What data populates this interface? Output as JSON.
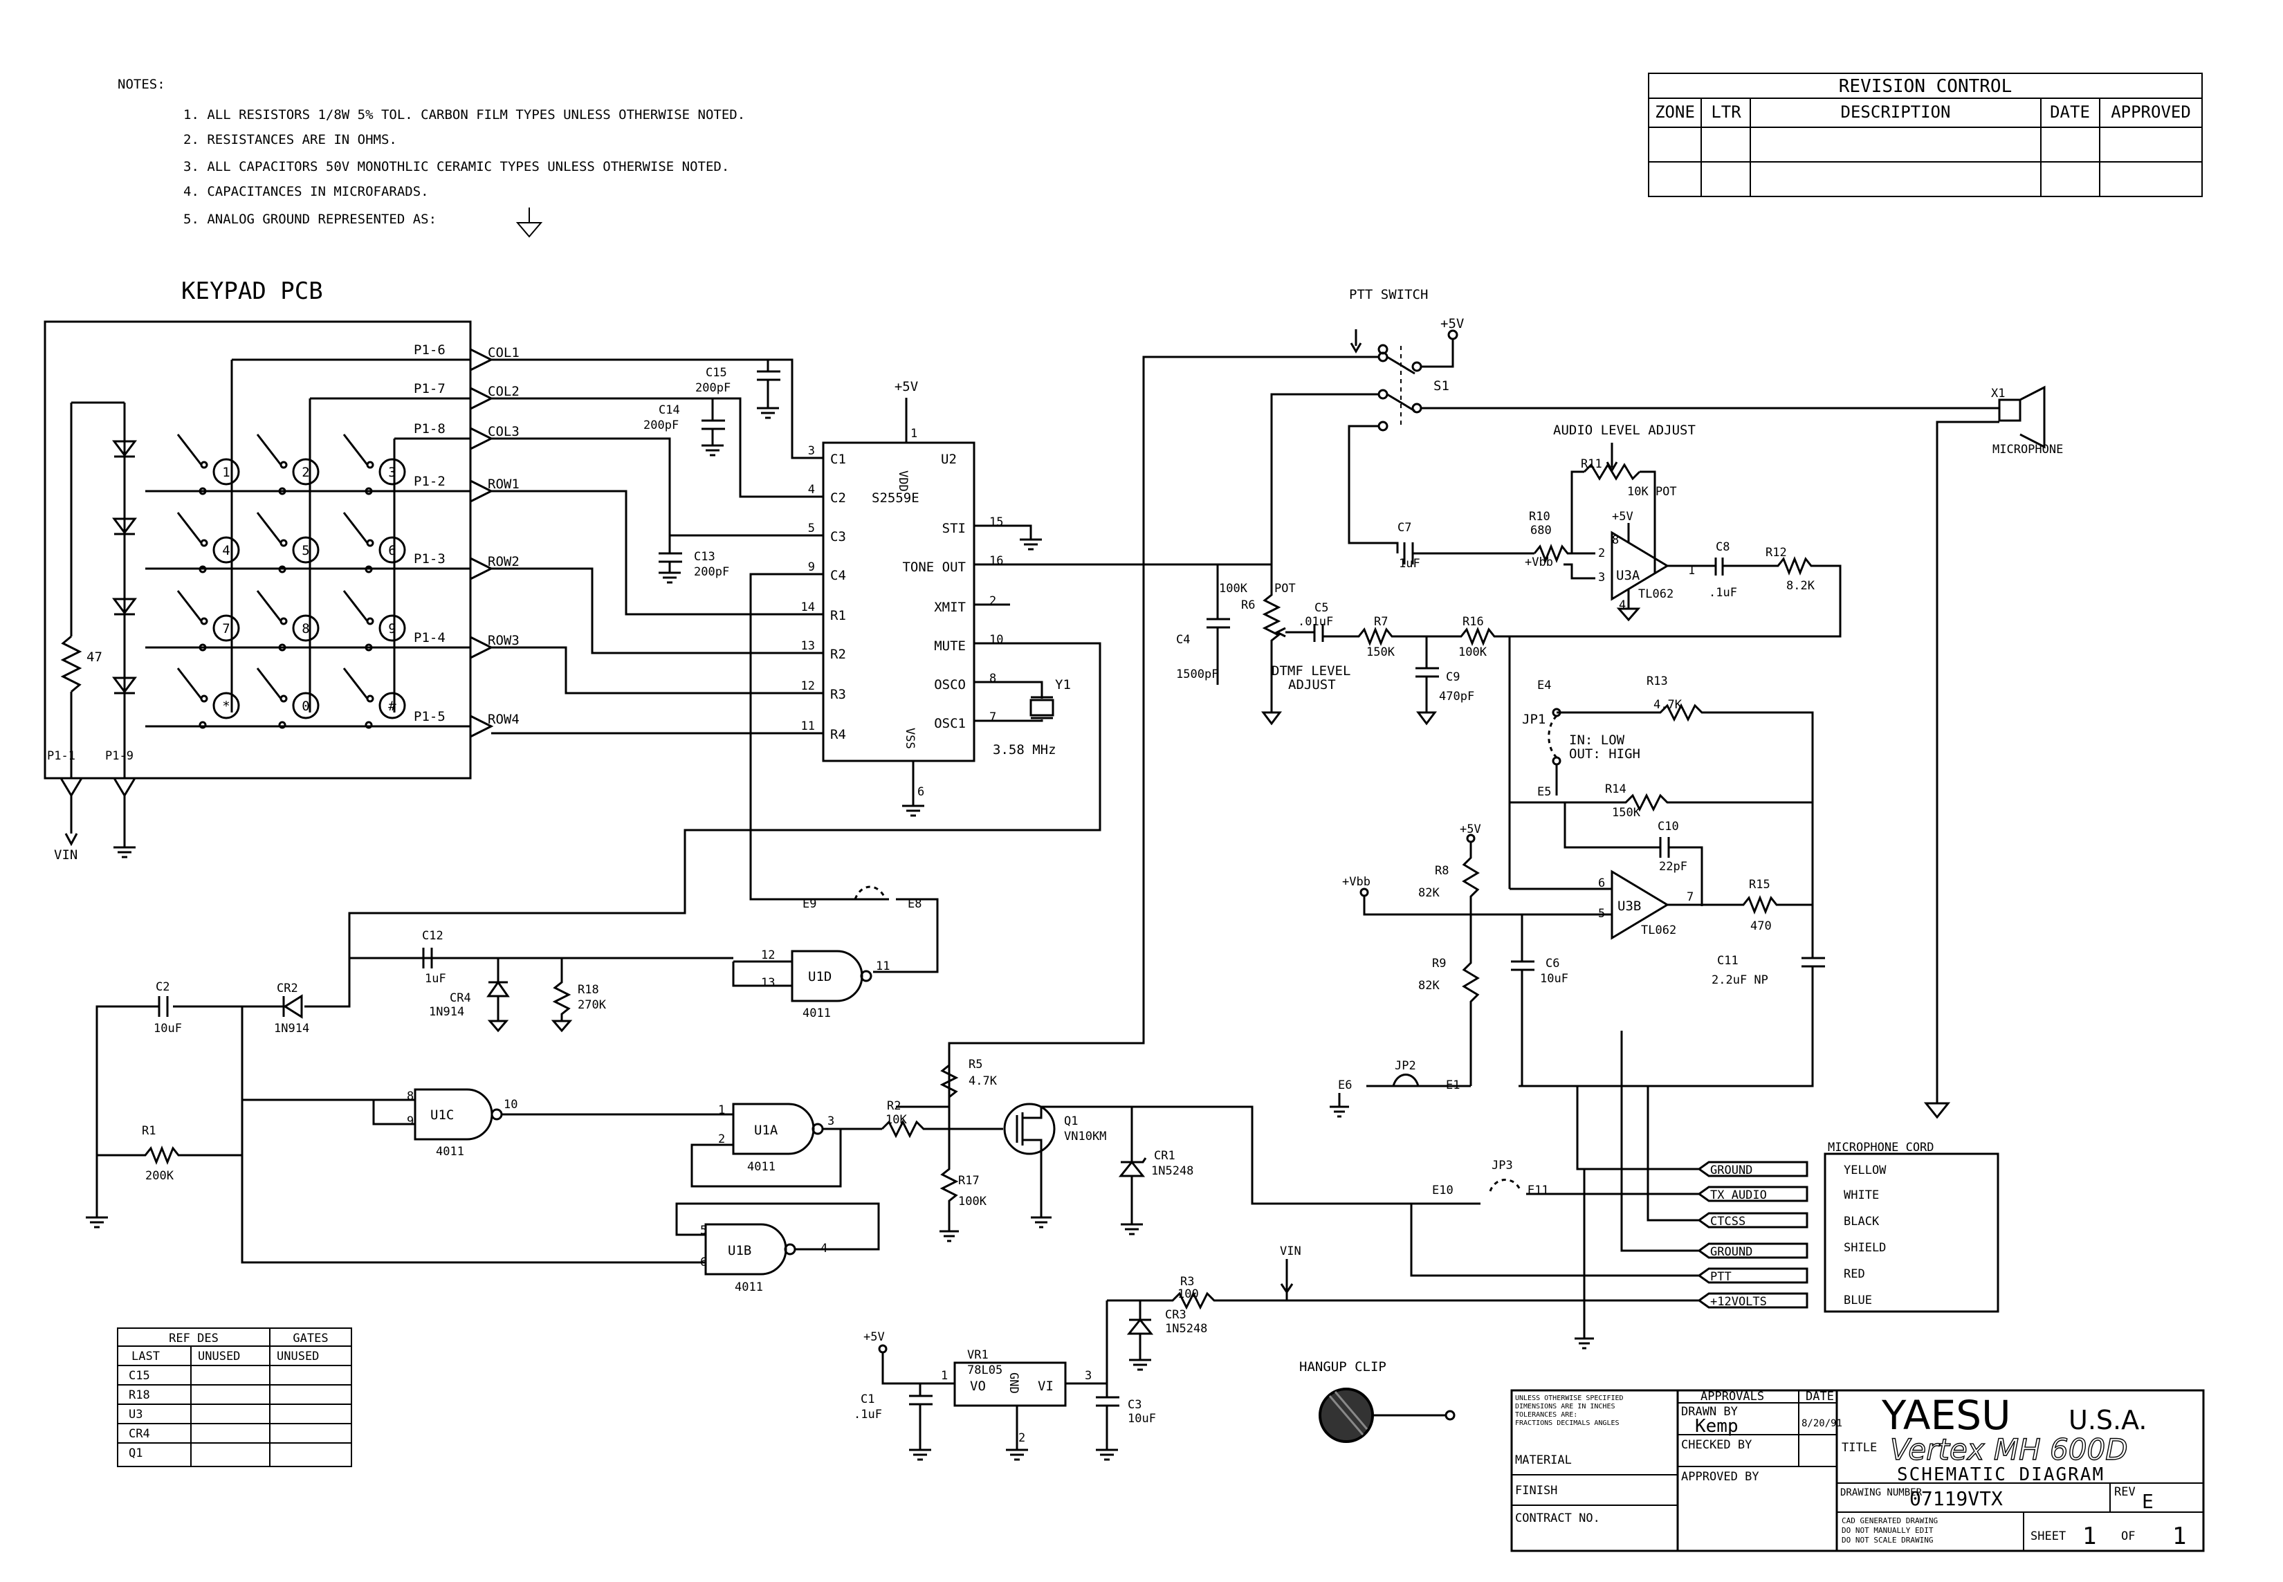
{
  "notes": {
    "heading": "NOTES:",
    "items": [
      "1. ALL RESISTORS 1/8W 5% TOL. CARBON FILM TYPES UNLESS OTHERWISE NOTED.",
      "2. RESISTANCES ARE IN OHMS.",
      "3. ALL CAPACITORS 50V MONOTHLIC CERAMIC TYPES UNLESS OTHERWISE NOTED.",
      "4. CAPACITANCES IN MICROFARADS.",
      "5. ANALOG GROUND REPRESENTED AS:"
    ]
  },
  "revision": {
    "title": "REVISION CONTROL",
    "headers": [
      "ZONE",
      "LTR",
      "DESCRIPTION",
      "DATE",
      "APPROVED"
    ]
  },
  "keypad": {
    "title": "KEYPAD PCB",
    "keys": [
      "1",
      "2",
      "3",
      "4",
      "5",
      "6",
      "7",
      "8",
      "9",
      "*",
      "0",
      "#"
    ],
    "pins": [
      "P1-6",
      "P1-7",
      "P1-8",
      "P1-2",
      "P1-3",
      "P1-4",
      "P1-5"
    ],
    "nets": [
      "COL1",
      "COL2",
      "COL3",
      "ROW1",
      "ROW2",
      "ROW3",
      "ROW4"
    ],
    "resistor": "47",
    "bottom_pins": [
      "P1-1",
      "P1-9"
    ],
    "vin": "VIN"
  },
  "u2": {
    "ref": "U2",
    "part": "S2559E",
    "supply": "+5V",
    "left_pins": [
      {
        "num": "3",
        "name": "C1"
      },
      {
        "num": "4",
        "name": "C2"
      },
      {
        "num": "5",
        "name": "C3"
      },
      {
        "num": "9",
        "name": "C4"
      },
      {
        "num": "14",
        "name": "R1"
      },
      {
        "num": "13",
        "name": "R2"
      },
      {
        "num": "12",
        "name": "R3"
      },
      {
        "num": "11",
        "name": "R4"
      }
    ],
    "right_pins": [
      {
        "num": "15",
        "name": "STI"
      },
      {
        "num": "16",
        "name": "TONE OUT"
      },
      {
        "num": "2",
        "name": "XMIT"
      },
      {
        "num": "10",
        "name": "MUTE"
      },
      {
        "num": "8",
        "name": "OSCO"
      },
      {
        "num": "7",
        "name": "OSC1"
      }
    ],
    "pin1": "1",
    "pin6": "6",
    "vdd": "VDD",
    "vss": "VSS"
  },
  "crystal": {
    "ref": "Y1",
    "value": "3.58 MHz"
  },
  "caps_top": {
    "c15": "C15",
    "c15v": "200pF",
    "c14": "C14",
    "c14v": "200pF",
    "c13": "C13",
    "c13v": "200pF"
  },
  "ptt": {
    "title": "PTT SWITCH",
    "supply": "+5V",
    "ref": "S1"
  },
  "mic": {
    "ref": "X1",
    "label": "MICROPHONE"
  },
  "audio": {
    "title": "AUDIO LEVEL ADJUST",
    "r11": "R11",
    "r11v": "10K POT",
    "r10": "R10",
    "r10v": "680",
    "c7": "C7",
    "c7v": "1uF",
    "vbb": "+Vbb",
    "u3a": "U3A",
    "u3av": "TL062",
    "plus5": "+5V",
    "pin8": "8",
    "pin2": "2",
    "pin3": "3",
    "pin1": "1",
    "pin4": "4",
    "c8": "C8",
    "c8v": ".1uF",
    "r12": "R12",
    "r12v": "8.2K"
  },
  "dtmf": {
    "r6": "R6",
    "r6v": "100K",
    "pot": "POT",
    "c4": "C4",
    "c4v": "1500pF",
    "label1": "DTMF LEVEL",
    "label2": "ADJUST",
    "c5": "C5",
    "c5v": ".01uF",
    "r7": "R7",
    "r7v": "150K",
    "r16a": "R16",
    "r16av": "100K",
    "c9": "C9",
    "c9v": "470pF"
  },
  "u3b_section": {
    "e4": "E4",
    "jp1": "JP1",
    "in_low": "IN: LOW",
    "out_high": "OUT: HIGH",
    "r13": "R13",
    "r13v": "4.7K",
    "e5": "E5",
    "r14": "R14",
    "r14v": "150K",
    "c10": "C10",
    "c10v": "22pF",
    "plus5": "+5V",
    "r8": "R8",
    "r8v": "82K",
    "vbb": "+Vbb",
    "u3b": "U3B",
    "u3bv": "TL062",
    "pin6": "6",
    "pin5": "5",
    "pin7": "7",
    "r15": "R15",
    "r15v": "470",
    "r9": "R9",
    "r9v": "82K",
    "c6": "C6",
    "c6v": "10uF",
    "c11": "C11",
    "c11v": "2.2uF NP",
    "e6": "E6",
    "jp2": "JP2",
    "e1": "E1"
  },
  "logic": {
    "e9": "E9",
    "e8": "E8",
    "c12": "C12",
    "c12v": "1uF",
    "cr4": "CR4",
    "cr4v": "1N914",
    "r18": "R18",
    "r18v": "270K",
    "u1d": "U1D",
    "u1dp": "4011",
    "u1d_in1": "12",
    "u1d_in2": "13",
    "u1d_out": "11",
    "c2": "C2",
    "c2v": "10uF",
    "cr2": "CR2",
    "cr2v": "1N914",
    "r1": "R1",
    "r1v": "200K",
    "u1c": "U1C",
    "u1cp": "4011",
    "u1c_in1": "8",
    "u1c_in2": "9",
    "u1c_out": "10",
    "u1a": "U1A",
    "u1ap": "4011",
    "u1a_in1": "1",
    "u1a_in2": "2",
    "u1a_out": "3",
    "u1b": "U1B",
    "u1bp": "4011",
    "u1b_in1": "5",
    "u1b_in2": "6",
    "u1b_out": "4",
    "r2": "R2",
    "r2v": "10K",
    "r5": "R5",
    "r5v": "4.7K",
    "r17": "R17",
    "r17v": "100K",
    "q1": "Q1",
    "q1v": "VN10KM",
    "cr1": "CR1",
    "cr1v": "1N5248"
  },
  "power": {
    "vin": "VIN",
    "r3": "R3",
    "r3v": "100",
    "cr3": "CR3",
    "cr3v": "1N5248",
    "c3": "C3",
    "c3v": "10uF",
    "plus5": "+5V",
    "c1": "C1",
    "c1v": ".1uF",
    "vr1": "VR1",
    "vr1v": "78L05",
    "vo": "VO",
    "vi": "VI",
    "gnd": "GND",
    "p1": "1",
    "p2": "2",
    "p3": "3"
  },
  "cord": {
    "title": "MICROPHONE CORD",
    "signals": [
      "GROUND",
      "TX AUDIO",
      "CTCSS",
      "GROUND",
      "PTT",
      "+12VOLTS"
    ],
    "colors": [
      "YELLOW",
      "WHITE",
      "BLACK",
      "SHIELD",
      "RED",
      "BLUE"
    ],
    "e10": "E10",
    "jp3": "JP3",
    "e11": "E11"
  },
  "hangup": {
    "label": "HANGUP CLIP"
  },
  "refdes": {
    "headers": [
      "REF DES",
      "GATES"
    ],
    "subheaders": [
      "LAST",
      "UNUSED",
      "UNUSED"
    ],
    "rows": [
      "C15",
      "R18",
      "U3",
      "CR4",
      "Q1"
    ]
  },
  "titleblock": {
    "tol": [
      "UNLESS OTHERWISE SPECIFIED",
      "DIMENSIONS ARE IN INCHES",
      "TOLERANCES ARE:",
      "FRACTIONS DECIMALS ANGLES"
    ],
    "material": "MATERIAL",
    "finish": "FINISH",
    "contract": "CONTRACT NO.",
    "approvals": "APPROVALS",
    "date": "DATE",
    "drawn": "DRAWN BY",
    "drawn_name": "Kemp",
    "drawn_date": "8/20/91",
    "checked": "CHECKED BY",
    "approved": "APPROVED BY",
    "company": "YAESU",
    "company2": "U.S.A.",
    "title_lbl": "TITLE",
    "title1": "Vertex MH 600D",
    "title2": "SCHEMATIC DIAGRAM",
    "drawing": "DRAWING NUMBER",
    "drawing_no": "07119VTX",
    "rev_lbl": "REV",
    "rev": "E",
    "cad": [
      "CAD GENERATED DRAWING",
      "DO NOT MANUALLY EDIT",
      "DO NOT SCALE DRAWING"
    ],
    "sheet": "SHEET",
    "sheet_no": "1",
    "of": "OF",
    "of_no": "1"
  }
}
